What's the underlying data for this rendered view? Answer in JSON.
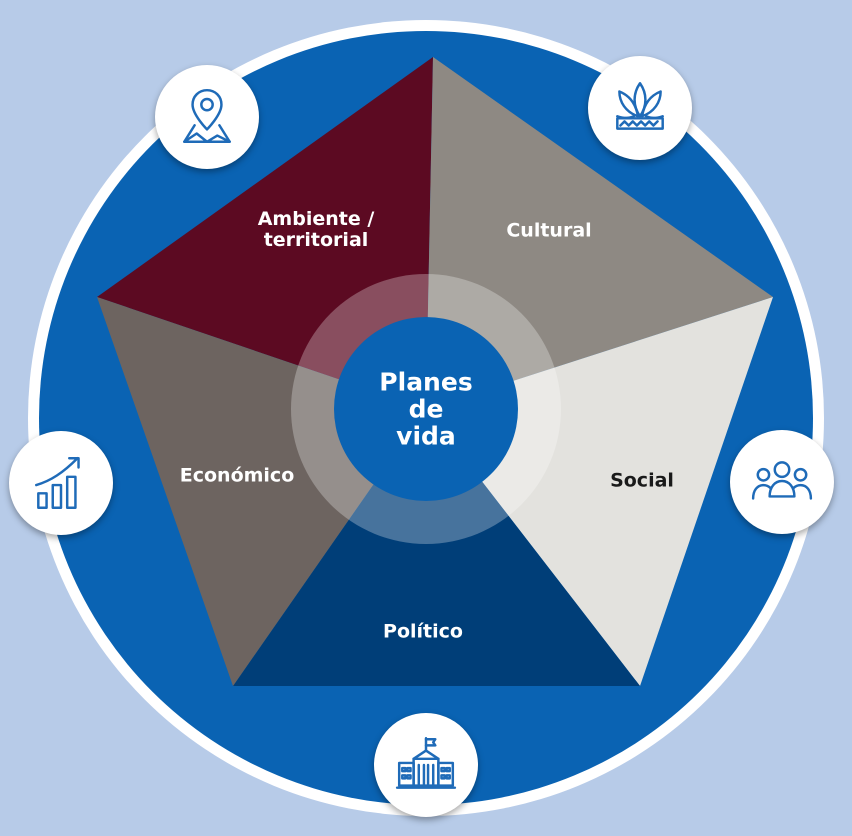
{
  "center": {
    "label": "Planes\nde\nvida"
  },
  "segments": [
    {
      "id": "ambiente",
      "label": "Ambiente /\nterritorial",
      "color": "#5c0a22",
      "text_color": "#ffffff",
      "icon": "map-pin-icon"
    },
    {
      "id": "cultural",
      "label": "Cultural",
      "color": "#8e8983",
      "text_color": "#ffffff",
      "icon": "plant-icon"
    },
    {
      "id": "social",
      "label": "Social",
      "color": "#e3e2de",
      "text_color": "#1a1a1a",
      "icon": "people-group-icon"
    },
    {
      "id": "politico",
      "label": "Político",
      "color": "#003e78",
      "text_color": "#ffffff",
      "icon": "government-building-icon"
    },
    {
      "id": "economico",
      "label": "Económico",
      "color": "#6d6460",
      "text_color": "#ffffff",
      "icon": "growth-chart-icon"
    }
  ],
  "colors": {
    "background": "#b7cbe8",
    "outer_ring": "#0a63b3",
    "center": "#0a63b3",
    "icon_stroke": "#1f6bb8"
  }
}
